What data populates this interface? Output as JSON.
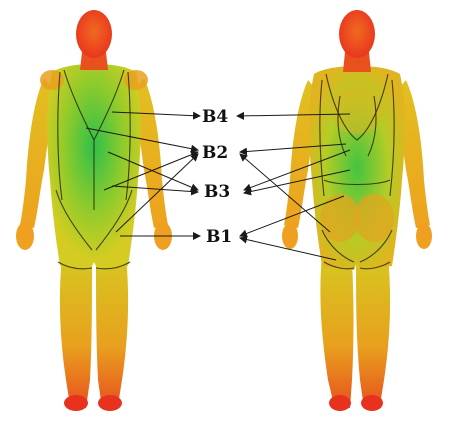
{
  "labels": {
    "b4": "B4",
    "b2": "B2",
    "b3": "B3",
    "b1": "B1"
  },
  "colors": {
    "hot": "#e8321e",
    "warm": "#f08a1e",
    "mid": "#e8d21e",
    "cool": "#a8d02a",
    "cold": "#2fbf4a",
    "line": "#1a1a1a"
  }
}
